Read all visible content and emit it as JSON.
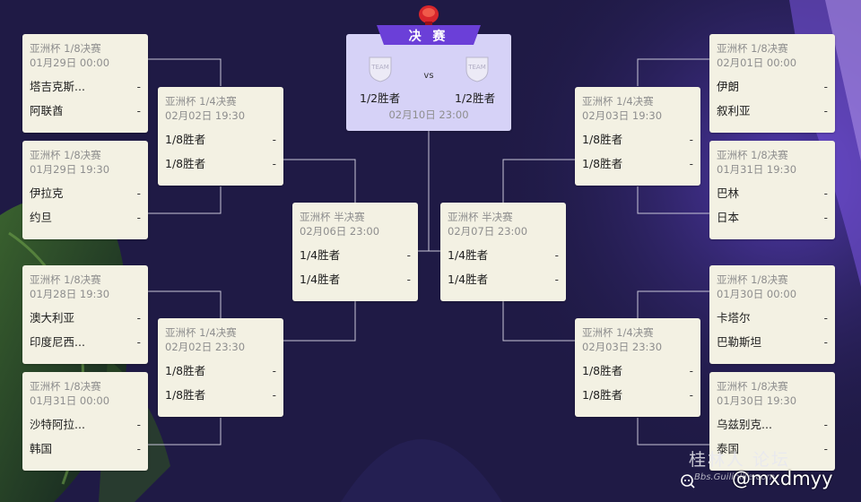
{
  "colors": {
    "card_bg": "#f3f1e3",
    "final_bg": "#d6d2f7",
    "accent": "#6b3fd8",
    "line": "#c8c6d8"
  },
  "final": {
    "tag": "决 赛",
    "vs": "vs",
    "home": "1/2胜者",
    "away": "1/2胜者",
    "time": "02月10日 23:00",
    "home_badge": "TEAM",
    "away_badge": "TEAM"
  },
  "matches": [
    {
      "stage": "亚洲杯 1/8决赛",
      "time": "01月29日 00:00",
      "team1": "塔吉克斯...",
      "score1": "-",
      "team2": "阿联酋",
      "score2": "-"
    },
    {
      "stage": "亚洲杯 1/8决赛",
      "time": "01月29日 19:30",
      "team1": "伊拉克",
      "score1": "-",
      "team2": "约旦",
      "score2": "-"
    },
    {
      "stage": "亚洲杯 1/8决赛",
      "time": "01月28日 19:30",
      "team1": "澳大利亚",
      "score1": "-",
      "team2": "印度尼西...",
      "score2": "-"
    },
    {
      "stage": "亚洲杯 1/8决赛",
      "time": "01月31日 00:00",
      "team1": "沙特阿拉...",
      "score1": "-",
      "team2": "韩国",
      "score2": "-"
    },
    {
      "stage": "亚洲杯 1/4决赛",
      "time": "02月02日 19:30",
      "team1": "1/8胜者",
      "score1": "-",
      "team2": "1/8胜者",
      "score2": "-"
    },
    {
      "stage": "亚洲杯 1/4决赛",
      "time": "02月02日 23:30",
      "team1": "1/8胜者",
      "score1": "-",
      "team2": "1/8胜者",
      "score2": "-"
    },
    {
      "stage": "亚洲杯 半决赛",
      "time": "02月06日 23:00",
      "team1": "1/4胜者",
      "score1": "-",
      "team2": "1/4胜者",
      "score2": "-"
    },
    {
      "stage": "亚洲杯 半决赛",
      "time": "02月07日 23:00",
      "team1": "1/4胜者",
      "score1": "-",
      "team2": "1/4胜者",
      "score2": "-"
    },
    {
      "stage": "亚洲杯 1/4决赛",
      "time": "02月03日 19:30",
      "team1": "1/8胜者",
      "score1": "-",
      "team2": "1/8胜者",
      "score2": "-"
    },
    {
      "stage": "亚洲杯 1/4决赛",
      "time": "02月03日 23:30",
      "team1": "1/8胜者",
      "score1": "-",
      "team2": "1/8胜者",
      "score2": "-"
    },
    {
      "stage": "亚洲杯 1/8决赛",
      "time": "02月01日 00:00",
      "team1": "伊朗",
      "score1": "-",
      "team2": "叙利亚",
      "score2": "-"
    },
    {
      "stage": "亚洲杯 1/8决赛",
      "time": "01月31日 19:30",
      "team1": "巴林",
      "score1": "-",
      "team2": "日本",
      "score2": "-"
    },
    {
      "stage": "亚洲杯 1/8决赛",
      "time": "01月30日 00:00",
      "team1": "卡塔尔",
      "score1": "-",
      "team2": "巴勒斯坦",
      "score2": "-"
    },
    {
      "stage": "亚洲杯 1/8决赛",
      "time": "01月30日 19:30",
      "team1": "乌兹别克...",
      "score1": "-",
      "team2": "泰国",
      "score2": "-"
    }
  ],
  "watermark": {
    "site": "桂林人 论坛",
    "site_url": "Bbs.Guilinlife.com",
    "handle": "@mxdmyy"
  }
}
